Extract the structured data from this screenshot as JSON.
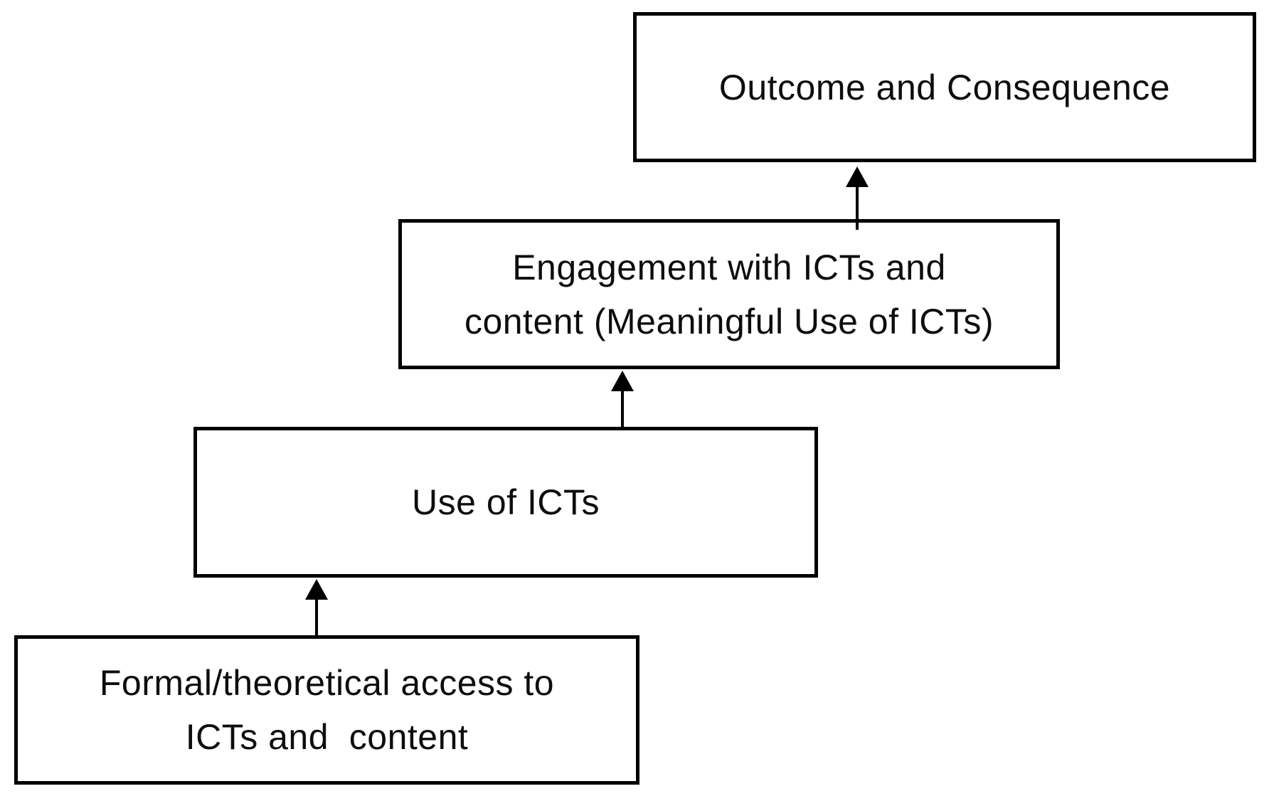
{
  "diagram": {
    "colors": {
      "background": "#ffffff",
      "line": "#000000",
      "text": "#0d0d0d"
    },
    "boxes": [
      {
        "id": "access",
        "label": "Formal/theoretical access to\nICTs and  content"
      },
      {
        "id": "use",
        "label": "Use of ICTs"
      },
      {
        "id": "engagement",
        "label": "Engagement with ICTs and\ncontent (Meaningful Use of ICTs)"
      },
      {
        "id": "outcome",
        "label": "Outcome and Consequence"
      }
    ],
    "connections": [
      {
        "from": "access",
        "to": "use",
        "direction": "up"
      },
      {
        "from": "use",
        "to": "engagement",
        "direction": "up"
      },
      {
        "from": "engagement",
        "to": "outcome",
        "direction": "up"
      }
    ]
  }
}
